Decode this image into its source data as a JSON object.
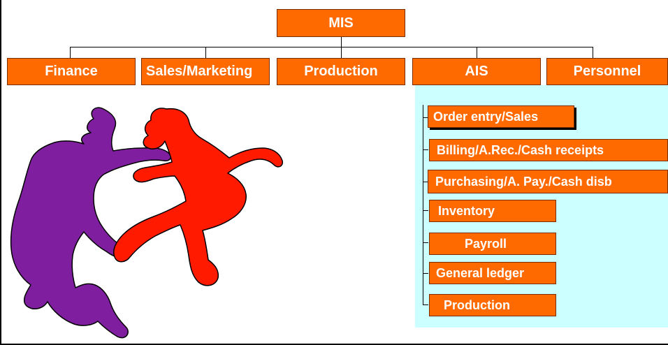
{
  "root": {
    "label": "MIS"
  },
  "departments": [
    {
      "label": "Finance"
    },
    {
      "label": "Sales/Marketing"
    },
    {
      "label": "Production"
    },
    {
      "label": "AIS"
    },
    {
      "label": "Personnel"
    }
  ],
  "ais_subsystems": [
    {
      "label": "Order entry/Sales"
    },
    {
      "label": "Billing/A.Rec./Cash receipts"
    },
    {
      "label": "Purchasing/A. Pay./Cash disb"
    },
    {
      "label": "Inventory"
    },
    {
      "label": "Payroll"
    },
    {
      "label": "General ledger"
    },
    {
      "label": "Production"
    }
  ],
  "colors": {
    "box_fill": "#ff6a00",
    "panel_fill": "#ccffff",
    "figure_left": "#7f1fa0",
    "figure_right": "#ff1a00"
  }
}
